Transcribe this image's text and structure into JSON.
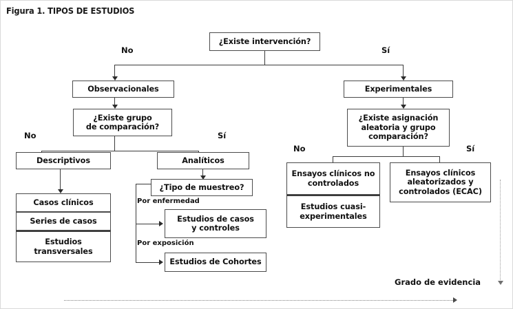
{
  "figure": {
    "title": "Figura 1. TIPOS DE ESTUDIOS"
  },
  "colors": {
    "background": "#ffffff",
    "box_border": "#4a4a4a",
    "connector": "#3a3a3a",
    "text": "#111111",
    "dotted_arrow": "#8a8a8a"
  },
  "nodes": {
    "root_question": "¿Existe intervención?",
    "observacionales": "Observacionales",
    "grupo_comparacion_question": "¿Existe grupo\nde comparación?",
    "descriptivos": "Descriptivos",
    "casos_clinicos": "Casos clínicos",
    "series_de_casos": "Series de casos",
    "estudios_transversales": "Estudios\ntransversales",
    "analiticos": "Analíticos",
    "tipo_muestreo_question": "¿Tipo de muestreo?",
    "estudios_casos_controles": "Estudios de casos\ny controles",
    "estudios_cohortes": "Estudios de Cohortes",
    "experimentales": "Experimentales",
    "asignacion_question": "¿Existe asignación\naleatoria y grupo\ncomparación?",
    "ensayos_no_controlados": "Ensayos clínicos no\ncontrolados",
    "estudios_cuasi": "Estudios cuasi-\nexperimentales",
    "ecac": "Ensayos clínicos\naleatorizados y\ncontrolados (ECAC)"
  },
  "edge_labels": {
    "root_no": "No",
    "root_si": "Sí",
    "obs_no": "No",
    "obs_si": "Sí",
    "exp_no": "No",
    "exp_si": "Sí",
    "por_enfermedad": "Por enfermedad",
    "por_exposicion": "Por exposición"
  },
  "annotations": {
    "grado_evidencia": "Grado de evidencia"
  }
}
